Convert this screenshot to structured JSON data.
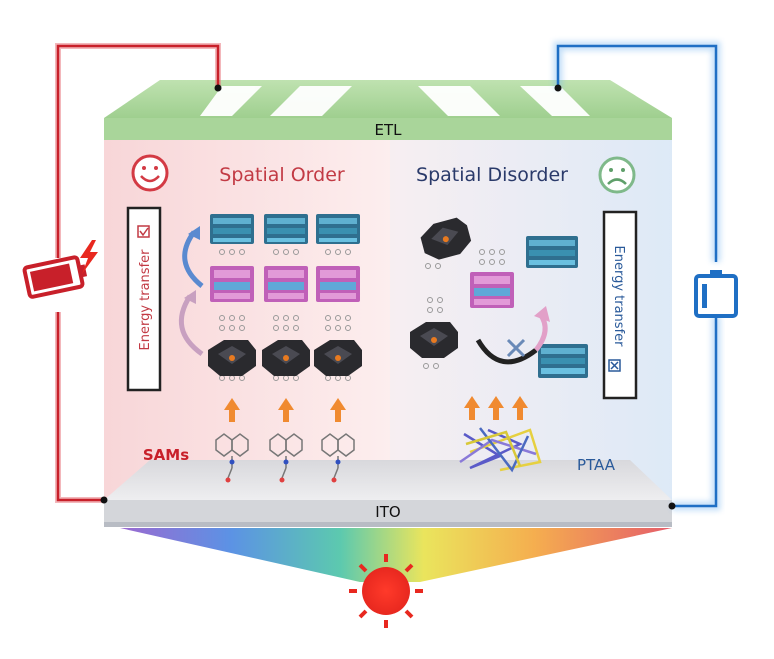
{
  "labels": {
    "etl": "ETL",
    "ito": "ITO",
    "spatial_order": "Spatial Order",
    "spatial_disorder": "Spatial Disorder",
    "energy_transfer_left": "Energy transfer",
    "energy_transfer_right": "Energy transfer",
    "sams": "SAMs",
    "ptaa": "PTAA"
  },
  "colors": {
    "red_wire": "#c8202a",
    "blue_wire": "#1f6fc4",
    "etl_green": "#a9d59a",
    "order_red": "#c23a44",
    "disorder_navy": "#2a3a6a",
    "face_green": "#7fb98a",
    "sun_red": "#e8281f"
  },
  "icons": {
    "happy_face": "happy-face-icon",
    "sad_face": "sad-face-icon",
    "battery_full": "battery-charged-icon",
    "battery_low": "battery-low-icon",
    "sun": "sun-icon",
    "lightning": "lightning-icon",
    "check_box": "check-box-icon",
    "cross_box": "cross-box-icon"
  }
}
